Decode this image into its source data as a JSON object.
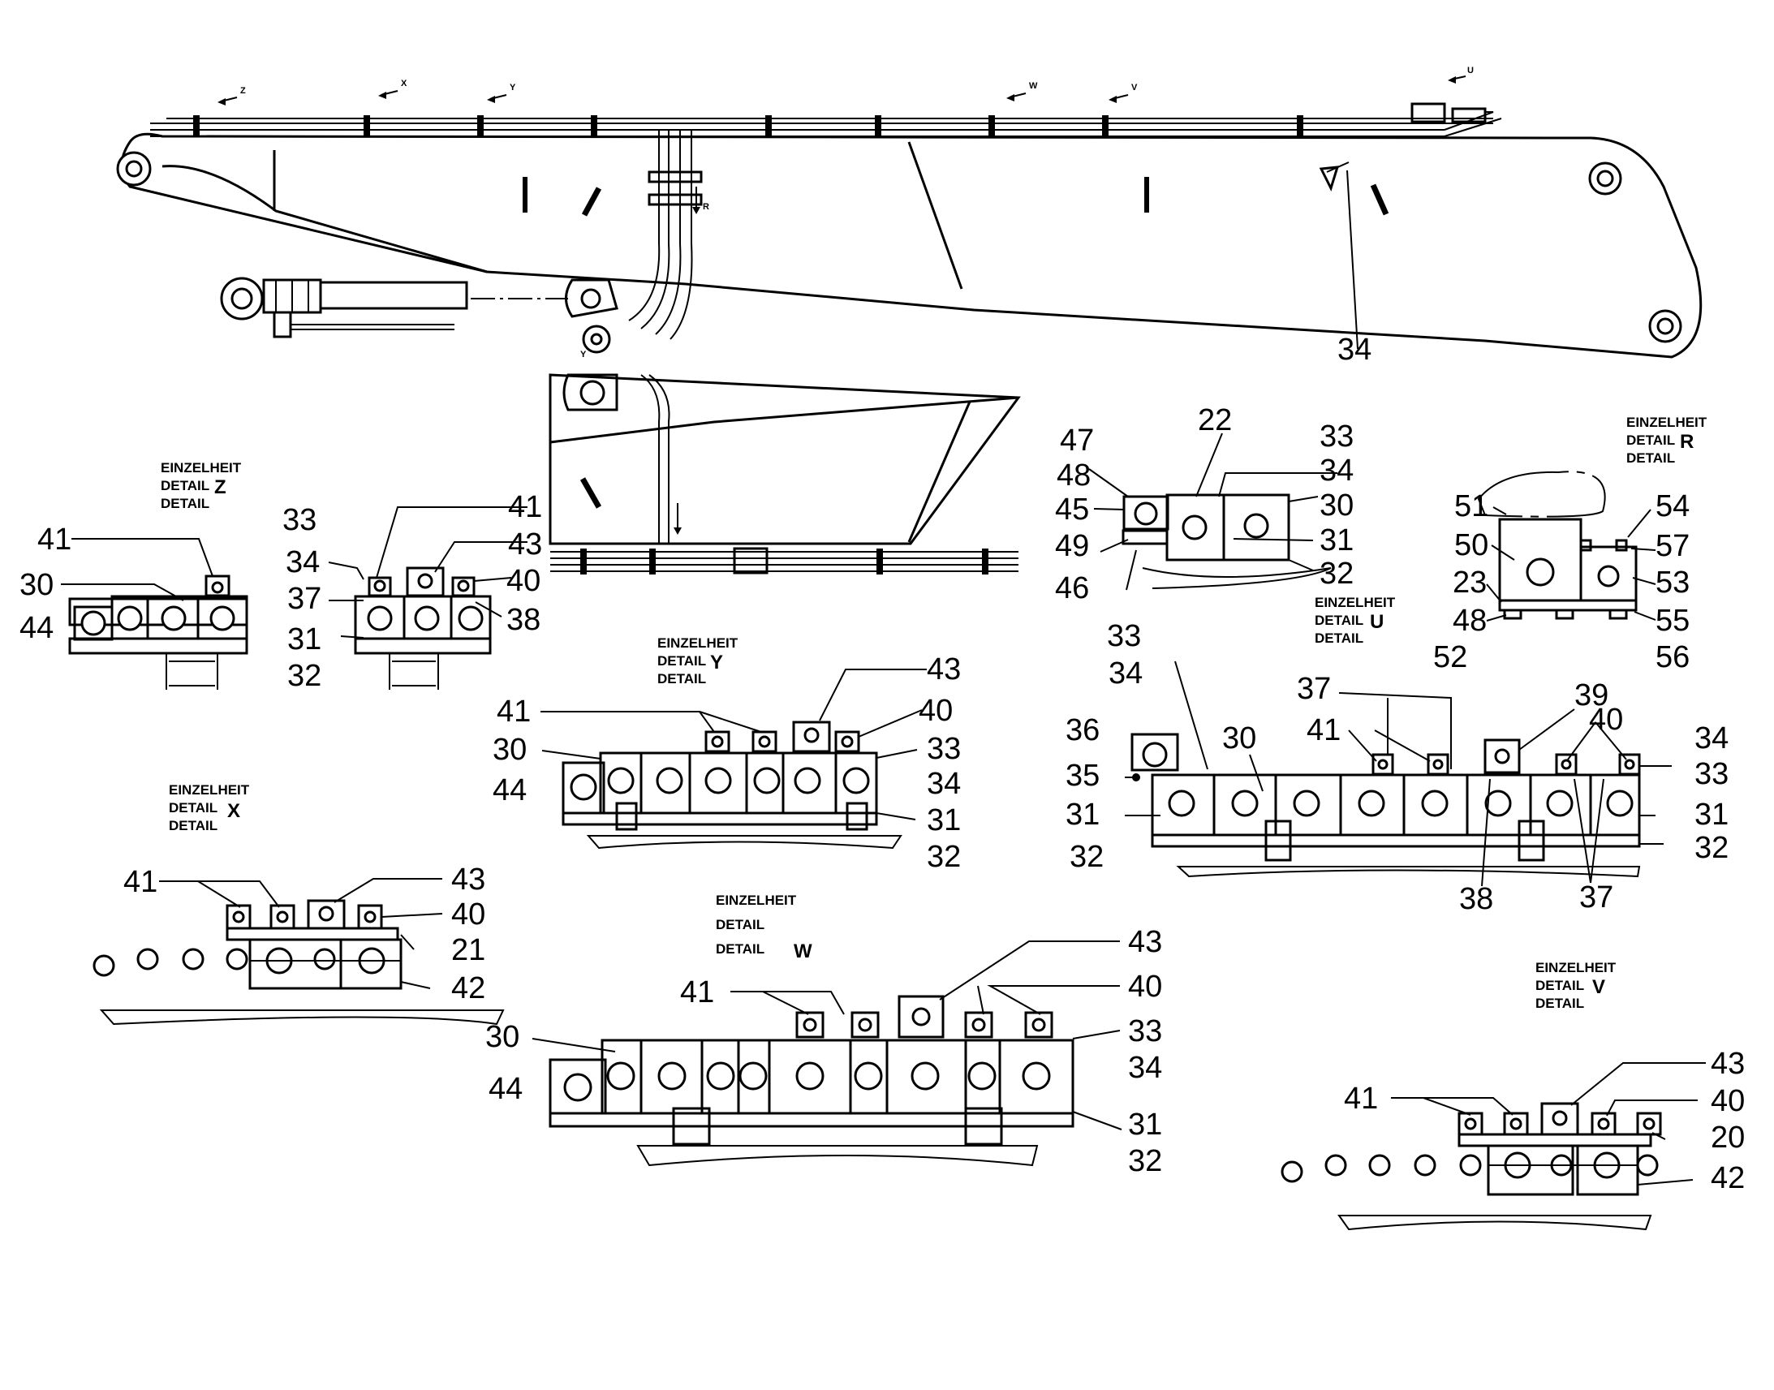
{
  "boom_main": {
    "callouts": [
      {
        "text": "34"
      }
    ]
  },
  "section_arrows": [
    {
      "text": "Z"
    },
    {
      "text": "X"
    },
    {
      "text": "Y"
    },
    {
      "text": "W"
    },
    {
      "text": "V"
    },
    {
      "text": "U"
    },
    {
      "text": "R"
    },
    {
      "text": "Y"
    }
  ],
  "details": [
    {
      "id": "Z",
      "line1": "EINZELHEIT",
      "line2": "DETAIL",
      "line3": "DETAIL",
      "letter": "Z",
      "callouts": [
        "41",
        "33",
        "30",
        "34",
        "44",
        "37",
        "31",
        "32",
        "41",
        "43",
        "40",
        "38"
      ]
    },
    {
      "id": "X",
      "line1": "EINZELHEIT",
      "line2": "DETAIL",
      "line3": "DETAIL",
      "letter": "X",
      "callouts": [
        "41",
        "43",
        "40",
        "21",
        "42"
      ]
    },
    {
      "id": "Y",
      "line1": "EINZELHEIT",
      "line2": "DETAIL",
      "line3": "DETAIL",
      "letter": "Y",
      "callouts": [
        "43",
        "41",
        "40",
        "30",
        "33",
        "34",
        "44",
        "31",
        "32"
      ]
    },
    {
      "id": "W",
      "line1": "EINZELHEIT",
      "line2": "DETAIL",
      "line3": "DETAIL",
      "letter": "W",
      "callouts": [
        "43",
        "41",
        "40",
        "30",
        "33",
        "34",
        "44",
        "31",
        "32"
      ]
    },
    {
      "id": "U",
      "line1": "EINZELHEIT",
      "line2": "DETAIL",
      "line3": "DETAIL",
      "letter": "U",
      "callouts": [
        "47",
        "22",
        "33",
        "48",
        "34",
        "45",
        "30",
        "49",
        "31",
        "46",
        "32",
        "33",
        "34",
        "37",
        "39",
        "41",
        "40",
        "36",
        "30",
        "34",
        "35",
        "33",
        "31",
        "31",
        "32",
        "32",
        "38",
        "37"
      ]
    },
    {
      "id": "R",
      "line1": "EINZELHEIT",
      "line2": "DETAIL",
      "line3": "DETAIL",
      "letter": "R",
      "callouts": [
        "51",
        "54",
        "50",
        "57",
        "23",
        "53",
        "48",
        "55",
        "52",
        "56"
      ]
    },
    {
      "id": "V",
      "line1": "EINZELHEIT",
      "line2": "DETAIL",
      "line3": "DETAIL",
      "letter": "V",
      "callouts": [
        "43",
        "41",
        "40",
        "20",
        "42"
      ]
    }
  ]
}
